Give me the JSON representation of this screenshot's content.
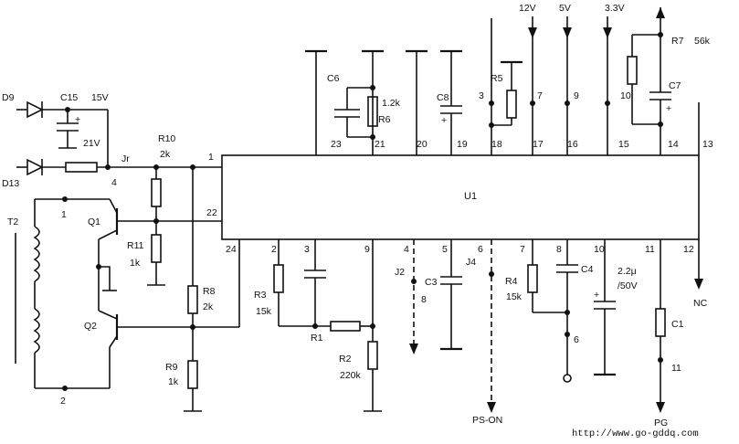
{
  "ic": {
    "name": "U1"
  },
  "pins_top": [
    "1",
    "23",
    "21",
    "20",
    "19",
    "18",
    "17",
    "16",
    "15",
    "14",
    "13"
  ],
  "pins_bottom": [
    "22",
    "24",
    "2",
    "3",
    "9",
    "4",
    "5",
    "6",
    "7",
    "8",
    "10",
    "11",
    "12"
  ],
  "supply": {
    "v12": "12V",
    "v5": "5V",
    "v33": "3.3V"
  },
  "nodes": {
    "n3": "3",
    "n7": "7",
    "n9": "9",
    "n10": "10",
    "n4": "4",
    "n1": "1",
    "n2": "2",
    "n8": "8",
    "n6": "6",
    "n11": "11",
    "jr": "Jr"
  },
  "parts": {
    "d9": "D9",
    "d13": "D13",
    "c15": "C15",
    "v15": "15V",
    "v21": "21V",
    "r10": "R10",
    "r10v": "2k",
    "c6": "C6",
    "r6": "R6",
    "r6v": "1.2k",
    "c8": "C8",
    "r5": "R5",
    "r7": "R7",
    "r7v": "56k",
    "c7": "C7",
    "t2": "T2",
    "q1": "Q1",
    "q2": "Q2",
    "r11": "R11",
    "r11v": "1k",
    "r8": "R8",
    "r8v": "2k",
    "r9": "R9",
    "r9v": "1k",
    "r3": "R3",
    "r3v": "15k",
    "r1": "R1",
    "r2": "R2",
    "r2v": "220k",
    "j2": "J2",
    "c3": "C3",
    "j4": "J4",
    "r4": "R4",
    "r4v": "15k",
    "c4": "C4",
    "cap10": "2.2μ",
    "cap10v": "/50V",
    "c1": "C1"
  },
  "signals": {
    "pson": "PS-ON",
    "pg": "PG",
    "nc": "NC"
  },
  "watermark": "http://www.go-gddq.com"
}
